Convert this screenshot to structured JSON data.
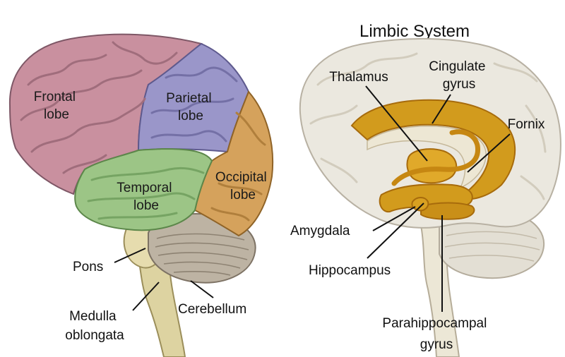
{
  "colors": {
    "frontal": "#c9909f",
    "parietal": "#9a96c9",
    "temporal": "#9cc586",
    "occipital": "#d5a25c",
    "cerebellum": "#bdb3a3",
    "brainstem": "#ddd3a1",
    "ghost_brain": "#e7e4da",
    "limbic_gold": "#d29b1d",
    "limbic_dark": "#a76b0c"
  },
  "icons": [
    "brain-lateral-illustration",
    "brain-limbic-illustration"
  ],
  "left_diagram": {
    "lobes": {
      "frontal": [
        "Frontal",
        "lobe"
      ],
      "parietal": [
        "Parietal",
        "lobe"
      ],
      "temporal": [
        "Temporal",
        "lobe"
      ],
      "occipital": [
        "Occipital",
        "lobe"
      ]
    },
    "pons": "Pons",
    "medulla": [
      "Medulla",
      "oblongata"
    ],
    "cerebellum": "Cerebellum"
  },
  "right_diagram": {
    "title": "Limbic System",
    "thalamus": "Thalamus",
    "cingulate": [
      "Cingulate",
      "gyrus"
    ],
    "fornix": "Fornix",
    "amygdala": "Amygdala",
    "hippocampus": "Hippocampus",
    "parahippocampal": [
      "Parahippocampal",
      "gyrus"
    ]
  }
}
